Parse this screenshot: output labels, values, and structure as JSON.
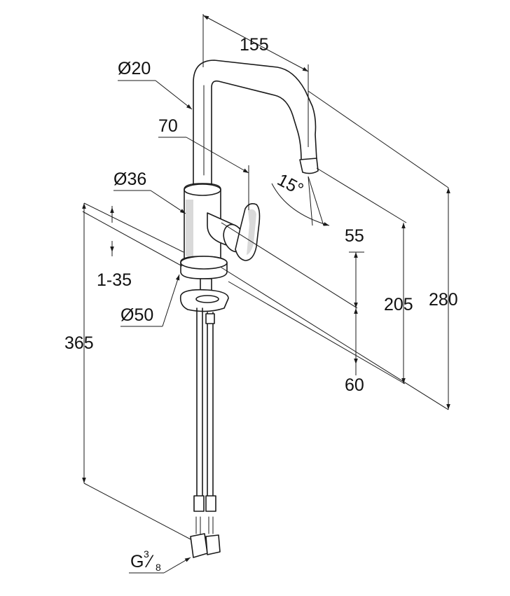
{
  "colors": {
    "line": "#1a1a1a",
    "fill": "#ffffff",
    "shade": "#d9d9d9",
    "background": "#ffffff"
  },
  "labels": {
    "spout_reach": "155",
    "spout_diameter": "Ø20",
    "handle_offset": "70",
    "body_diameter": "Ø36",
    "tilt_angle": "15°",
    "dim_55": "55",
    "deck_thickness": "1-35",
    "base_diameter": "Ø50",
    "dim_205": "205",
    "dim_280": "280",
    "hose_length": "365",
    "dim_60": "60",
    "thread_prefix": "G",
    "thread_num": "3",
    "thread_slash": "⁄",
    "thread_den": "8"
  }
}
